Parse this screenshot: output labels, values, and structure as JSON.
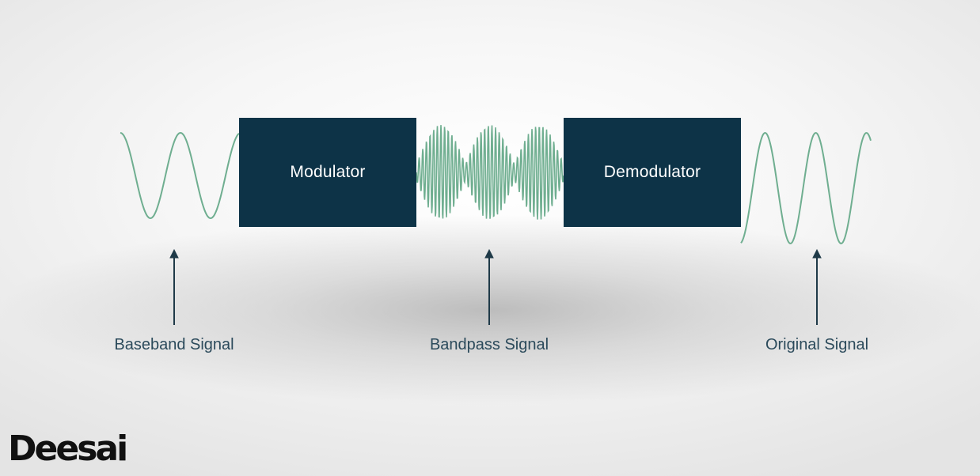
{
  "blocks": {
    "modulator_label": "Modulator",
    "demodulator_label": "Demodulator"
  },
  "signals": {
    "baseband_label": "Baseband Signal",
    "bandpass_label": "Bandpass Signal",
    "original_label": "Original Signal"
  },
  "brand": {
    "logo_text": "Deesai"
  },
  "colors": {
    "block_fill": "#0d3347",
    "wave_stroke": "#6fae90",
    "arrow_stroke": "#1f3a48",
    "label_text": "#2b4a5b"
  },
  "icons": {
    "arrow": "up-arrow-icon"
  }
}
